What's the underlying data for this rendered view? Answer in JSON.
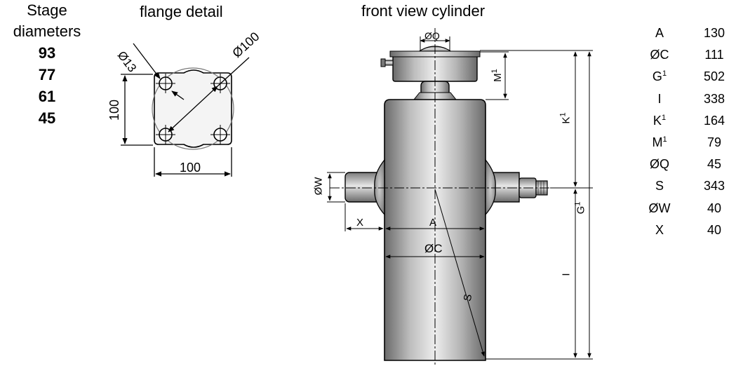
{
  "stage": {
    "title_line1": "Stage",
    "title_line2": "diameters",
    "values": [
      "93",
      "77",
      "61",
      "45"
    ]
  },
  "flange": {
    "title": "flange detail",
    "hole_label": "Ø13",
    "circle_label": "Ø100",
    "height_label": "100",
    "width_label": "100"
  },
  "front": {
    "title": "front view cylinder",
    "labels": {
      "Q": "ØQ",
      "M": "M",
      "K": "K",
      "G": "G",
      "W": "ØW",
      "X": "X",
      "A": "A",
      "C": "ØC",
      "I": "I",
      "S": "S",
      "sup1": "1"
    }
  },
  "dimensions": [
    {
      "key": "A",
      "sup": "",
      "value": "130"
    },
    {
      "key": "ØC",
      "sup": "",
      "value": "111"
    },
    {
      "key": "G",
      "sup": "1",
      "value": "502"
    },
    {
      "key": "I",
      "sup": "",
      "value": "338"
    },
    {
      "key": "K",
      "sup": "1",
      "value": "164"
    },
    {
      "key": "M",
      "sup": "1",
      "value": "79"
    },
    {
      "key": "ØQ",
      "sup": "",
      "value": "45"
    },
    {
      "key": "S",
      "sup": "",
      "value": "343"
    },
    {
      "key": "ØW",
      "sup": "",
      "value": "40"
    },
    {
      "key": "X",
      "sup": "",
      "value": "40"
    }
  ],
  "colors": {
    "line": "#000000",
    "metal_dark": "#6e6e6e",
    "metal_light": "#e8e8e8"
  }
}
